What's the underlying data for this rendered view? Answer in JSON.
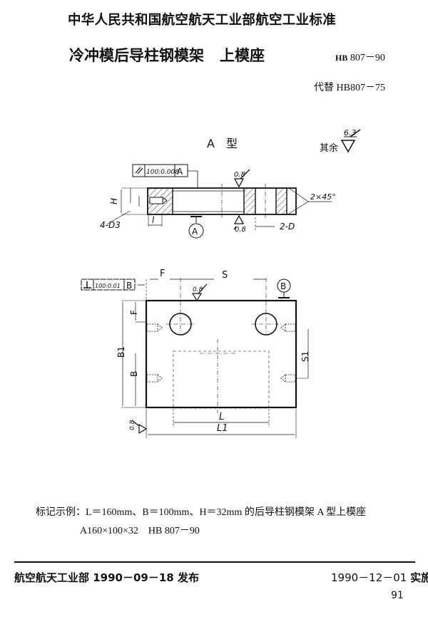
{
  "header": {
    "organization": "中华人民共和国航空航天工业部航空工业标准",
    "title_part1": "冷冲模后导柱钢模架",
    "title_part2": "上模座",
    "standard_prefix": "HB",
    "standard_number": "807－90",
    "replaces": "代替 HB807－75"
  },
  "drawing": {
    "type_label": "A　型",
    "other_surfaces_label": "其余",
    "other_roughness": "6.3",
    "parallel_tolerance": "100:0.008",
    "datum_a": "A",
    "roughness_top": "0.8",
    "roughness_bottom": "0.8",
    "chamfer": "2×45°",
    "dim_h": "H",
    "dim_l": "l",
    "dim_d3": "4-D3",
    "dim_2d": "2-D",
    "perpendicular_tolerance": "100:0.01",
    "datum_b": "B",
    "dim_f": "F",
    "dim_s": "S",
    "dim_f_side": "F",
    "dim_b1": "B1",
    "dim_b": "B",
    "dim_s1": "S1",
    "dim_l_plan": "L",
    "dim_l1": "L1",
    "roughness_plan_top": "0.8",
    "roughness_plan_side": "0.8"
  },
  "example": {
    "line1": "标记示例：L＝160mm、B＝100mm、H＝32mm 的后导柱钢模架 A 型上模座",
    "line2": "A160×100×32　HB 807－90"
  },
  "footer": {
    "issuer": "航空航天工业部 1990－09－18 发布",
    "effective_date": "1990－12－01",
    "effective_label": "实施",
    "page_number": "91"
  }
}
